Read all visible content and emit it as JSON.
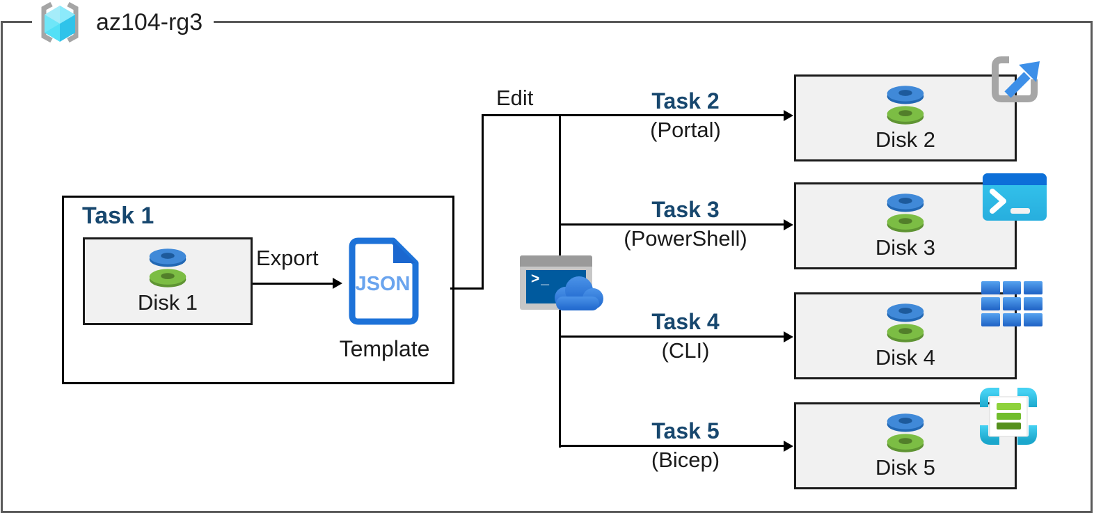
{
  "group": {
    "name": "az104-rg3"
  },
  "task1": {
    "title": "Task 1",
    "disk_label": "Disk 1",
    "export_label": "Export",
    "json_label": "JSON",
    "template_label": "Template"
  },
  "edit_label": "Edit",
  "branches": [
    {
      "task": "Task 2",
      "method": "(Portal)",
      "disk": "Disk 2"
    },
    {
      "task": "Task 3",
      "method": "(PowerShell)",
      "disk": "Disk 3"
    },
    {
      "task": "Task 4",
      "method": "(CLI)",
      "disk": "Disk 4"
    },
    {
      "task": "Task 5",
      "method": "(Bicep)",
      "disk": "Disk 5"
    }
  ],
  "cloud_shell": {
    "prompt": ">_"
  },
  "icons": {
    "group_icon": "azure-resource-group-icon",
    "disk_icon": "azure-managed-disk-icon",
    "template_icon": "json-template-icon",
    "cloud_shell_icon": "azure-cloud-shell-icon",
    "branch_tool_icons": [
      "azure-portal-icon",
      "powershell-icon",
      "azure-cli-icon",
      "bicep-template-icon"
    ]
  },
  "colors": {
    "outer_border": "#595959",
    "task_heading": "#17476E",
    "line": "#000000",
    "disk_box_bg": "#F1F1F1",
    "azure_blue": "#2272D9",
    "cyan_accent": "#2BBFE9",
    "disk_blue": "#4089D8",
    "disk_green": "#7CBD44"
  }
}
